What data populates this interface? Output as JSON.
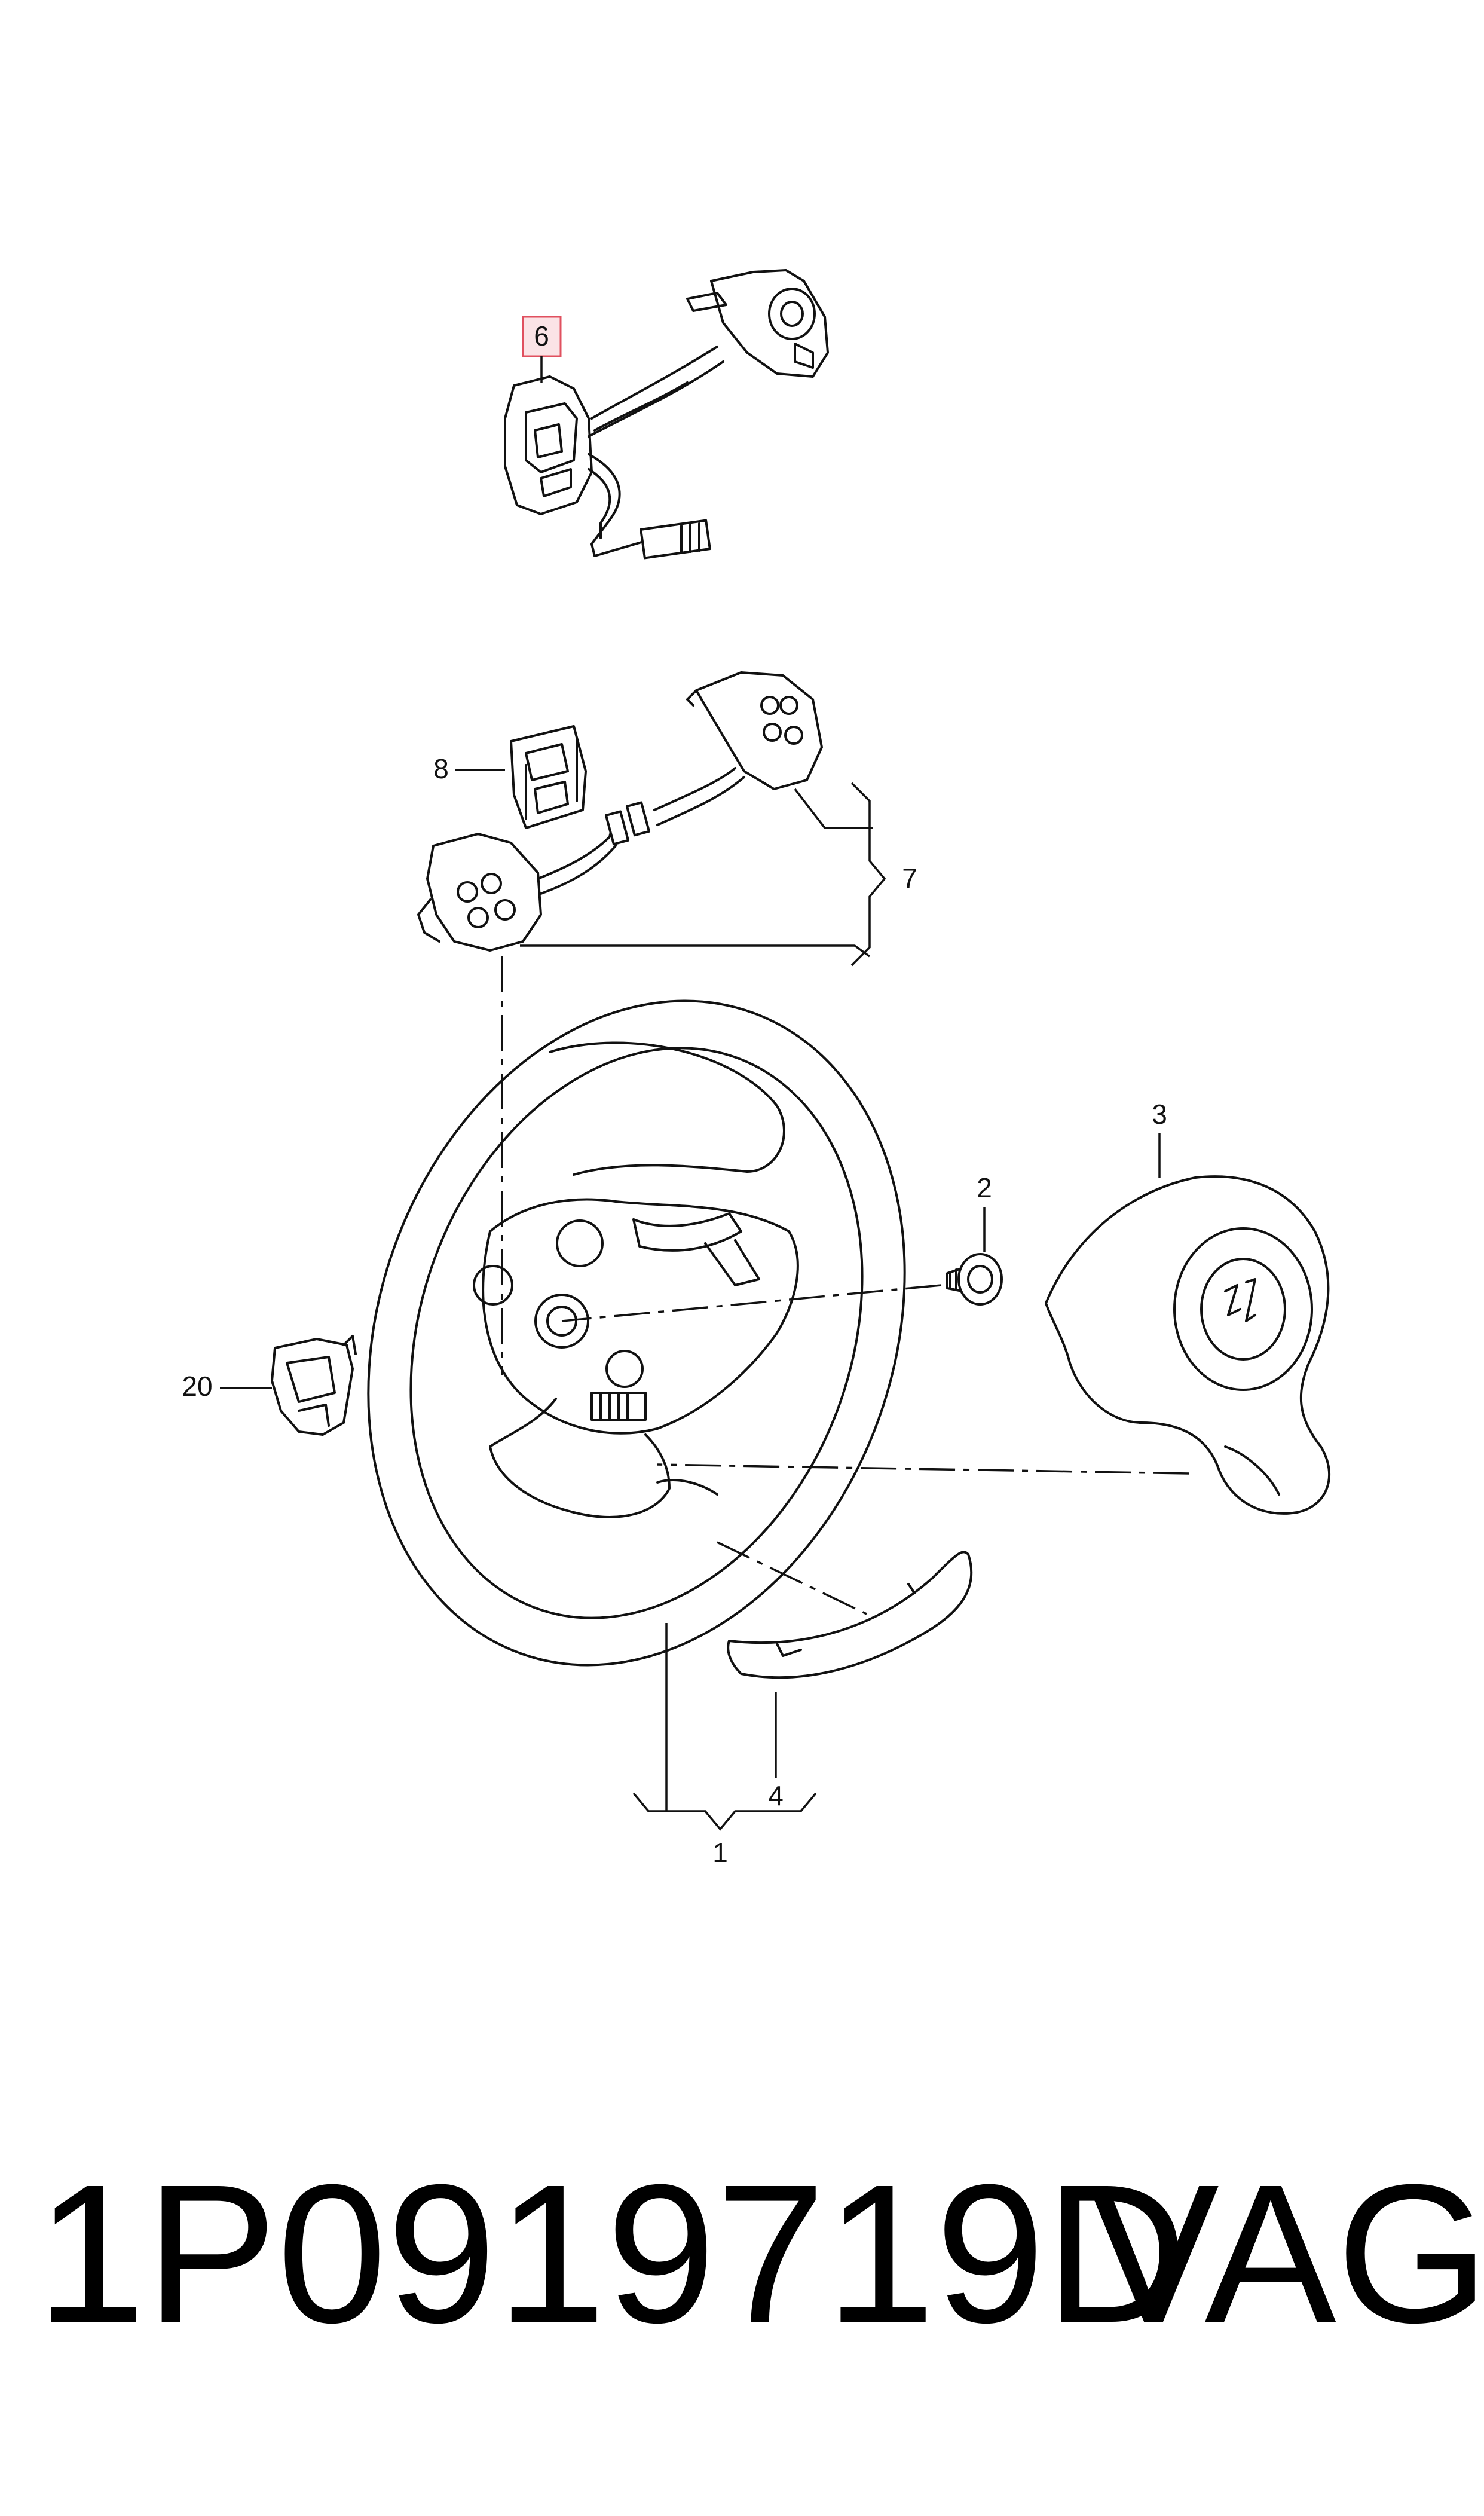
{
  "callouts": {
    "c1": "1",
    "c2": "2",
    "c3": "3",
    "c4": "4",
    "c6": "6",
    "c7": "7",
    "c8": "8",
    "c20": "20"
  },
  "highlight": {
    "callout": "6",
    "color": "#e0505f"
  },
  "footer": {
    "part_number": "1P0919719D",
    "brand": "VAG"
  }
}
